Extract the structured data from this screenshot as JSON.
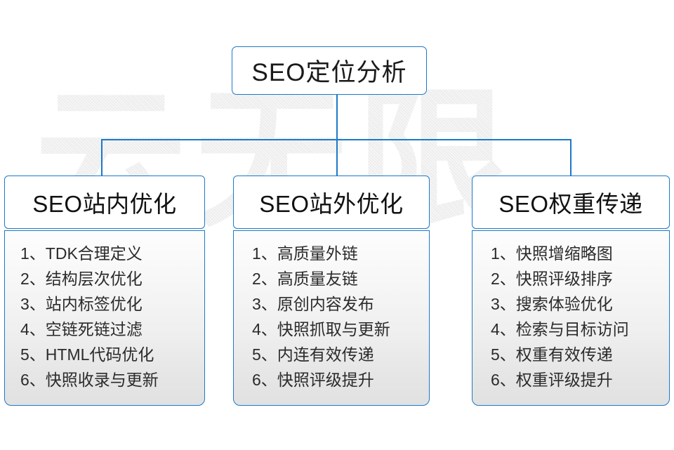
{
  "diagram": {
    "root": {
      "title": "SEO定位分析"
    },
    "watermark": {
      "text": "云无限"
    },
    "colors": {
      "border_blue": "#1b79c8",
      "text_dark": "#1a1a1a",
      "panel_top": "#fdfdfd",
      "panel_bottom": "#e1e1e1",
      "watermark_gray": "#ededed"
    },
    "columns": [
      {
        "header": "SEO站内优化",
        "items": [
          "1、TDK合理定义",
          "2、结构层次优化",
          "3、站内标签优化",
          "4、空链死链过滤",
          "5、HTML代码优化",
          "6、快照收录与更新"
        ]
      },
      {
        "header": "SEO站外优化",
        "items": [
          "1、高质量外链",
          "2、高质量友链",
          "3、原创内容发布",
          "4、快照抓取与更新",
          "5、内连有效传递",
          "6、快照评级提升"
        ]
      },
      {
        "header": "SEO权重传递",
        "items": [
          "1、快照增缩略图",
          "2、快照评级排序",
          "3、搜索体验优化",
          "4、检索与目标访问",
          "5、权重有效传递",
          "6、权重评级提升"
        ]
      }
    ]
  }
}
